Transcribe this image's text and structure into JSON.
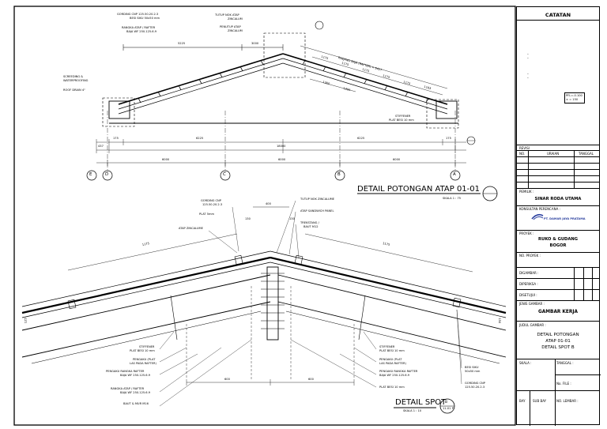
{
  "drawing": {
    "top_title": "DETAIL POTONGAN ATAP 01-01",
    "top_scale": "SKALA   1 : 75",
    "bottom_title": "DETAIL SPOT",
    "bottom_bubble": "B",
    "bottom_bubble_ref": "11-01 P",
    "bottom_scale": "SKALA   1 : 10"
  },
  "grid": {
    "labels": [
      "E",
      "D",
      "C",
      "B",
      "A"
    ],
    "spans": [
      "6000",
      "6000",
      "6000"
    ],
    "small_dims": [
      "175",
      "6225",
      "18000",
      "6225",
      "175",
      "437"
    ],
    "top_dims": [
      "5225",
      "3000"
    ]
  },
  "top_section": {
    "callouts_left": [
      "GORDING CNP 125.50.20.2.3",
      "BESI SIKU 50x50 mm",
      "RANGKA ATAP / RAFTER",
      "BAJA WF 250.125.6.9",
      "SCREEDING &",
      "WATERPROOFING",
      "ROOF DRAIN 4\""
    ],
    "callouts_right": [
      "TUTUP NOK ATAP",
      "ZINCALUM",
      "PENUTUP ATAP",
      "ZINCALUM",
      "PANJANG BAJA (RAFTER) = 9427",
      "STIFFENER",
      "PLAT BESI 10 mm"
    ],
    "rafter_dims": [
      "1175",
      "1175",
      "1175",
      "1175",
      "1175",
      "1163",
      "1300",
      "1300"
    ]
  },
  "detail": {
    "callouts_top": [
      "GORDING CNP",
      "125.50.20.2.3",
      "PLAT 5mm",
      "ATAP ZINCALUME",
      "TUTUP NOK ZINCALUME",
      "ATAP SANDWICH PANEL",
      "TREKSTANG /",
      "BAUT M12"
    ],
    "callouts_bottom_left": [
      "STIFFENER",
      "PLAT BESI 10 mm",
      "PENGAKU (PLAT",
      "LAS PADA RAFTER)",
      "PENGAKU RANGKA RAFTER",
      "BAJA WF 250.125.6.9",
      "RANGKA ATAP / RAFTER",
      "BAJA WF 250.125.6.9",
      "BAUT & MUR M16"
    ],
    "callouts_bottom_right": [
      "STIFFENER",
      "PLAT BESI 10 mm",
      "PENGAKU (PLAT",
      "LAS PADA RAFTER)",
      "PENGAKU RANGKA RAFTER",
      "BAJA WF 250.125.6.9",
      "PLAT BESI 10 mm",
      "BESI SIKU",
      "50x50 mm",
      "GORDING CNP",
      "125.50.20.2.3"
    ],
    "dims": [
      "1175",
      "1175",
      "400",
      "130",
      "130",
      "600",
      "600",
      "125",
      "150"
    ]
  },
  "title_block": {
    "catatan": "CATATAN",
    "note_level_1": "PFL=-0.100",
    "note_level_2": "± = 150",
    "revisi": "REVISI",
    "rev_no": "NO.",
    "rev_uraian": "URAIAN",
    "rev_tanggal": "TANGGAL",
    "pemilik_label": "PEMILIK :",
    "pemilik": "SINAR RODA UTAMA",
    "konsultan_label": "KONSULTAN PERENCANA :",
    "konsultan": "PT. DAMAR JAYA PRATAMA",
    "proyek_label": "PROYEK :",
    "proyek_1": "RUKO & GUDANG",
    "proyek_2": "BOGOR",
    "no_proyek": "NO. PROYEK :",
    "digambar": "DIGAMBAR :",
    "diperiksa": "DIPERIKSA :",
    "disetujui": "DISETUJUI :",
    "jenis_label": "JENIS GAMBAR :",
    "jenis": "GAMBAR KERJA",
    "judul_label": "JUDUL GAMBAR :",
    "judul_1": "DETAIL POTONGAN",
    "judul_2": "ATAP 01-01",
    "judul_3": "DETAIL SPOT B",
    "skala": "SKALA :",
    "tanggal": "TANGGAL :",
    "no_file": "No. FILE :",
    "bay": "BAY",
    "sub_bay": "SUB BAY",
    "no_lembar": "NO. LEMBAR :"
  }
}
